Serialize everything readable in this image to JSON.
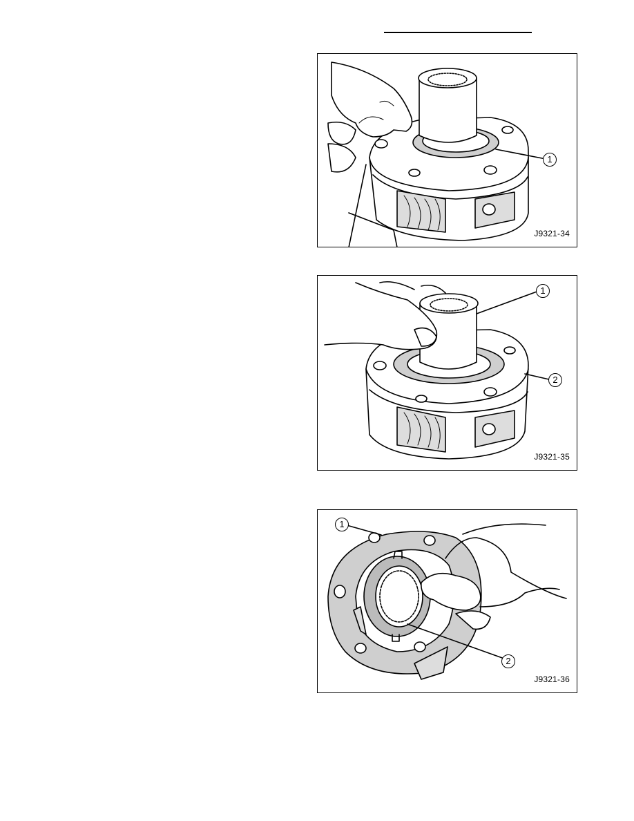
{
  "figures": [
    {
      "id": "J9321-34",
      "callouts": [
        "1"
      ]
    },
    {
      "id": "J9321-35",
      "callouts": [
        "1",
        "2"
      ]
    },
    {
      "id": "J9321-36",
      "callouts": [
        "1",
        "2"
      ]
    }
  ],
  "icons": [
    "hand-illustration",
    "gear-housing-illustration",
    "thrust-washer-illustration"
  ]
}
